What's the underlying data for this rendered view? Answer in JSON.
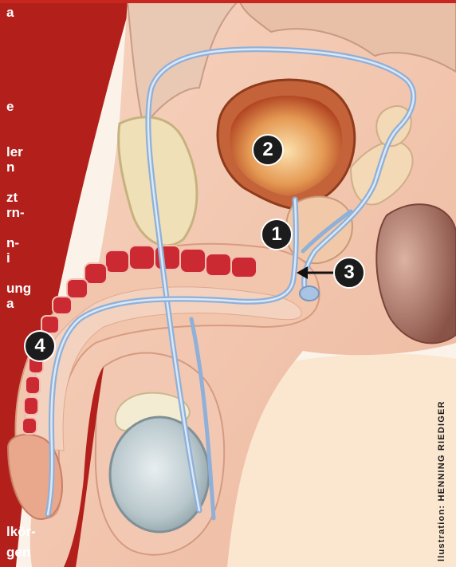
{
  "caption_fragments": [
    "a",
    "e",
    "ler",
    "n",
    "zt",
    "rn-",
    "n-",
    "i",
    "ung",
    "a",
    "lkör-",
    "gen"
  ],
  "markers": [
    "1",
    "2",
    "3",
    "4"
  ],
  "credit": "llustration: HENNING RIEDIGER",
  "colors": {
    "panel_red": "#b3201b",
    "skin": "#f4c8b0",
    "bladder": "#b8471e",
    "erectile_tissue": "#cc2a32",
    "duct_blue": "#a9c3e4",
    "marker_fill": "#1c1c1c"
  }
}
